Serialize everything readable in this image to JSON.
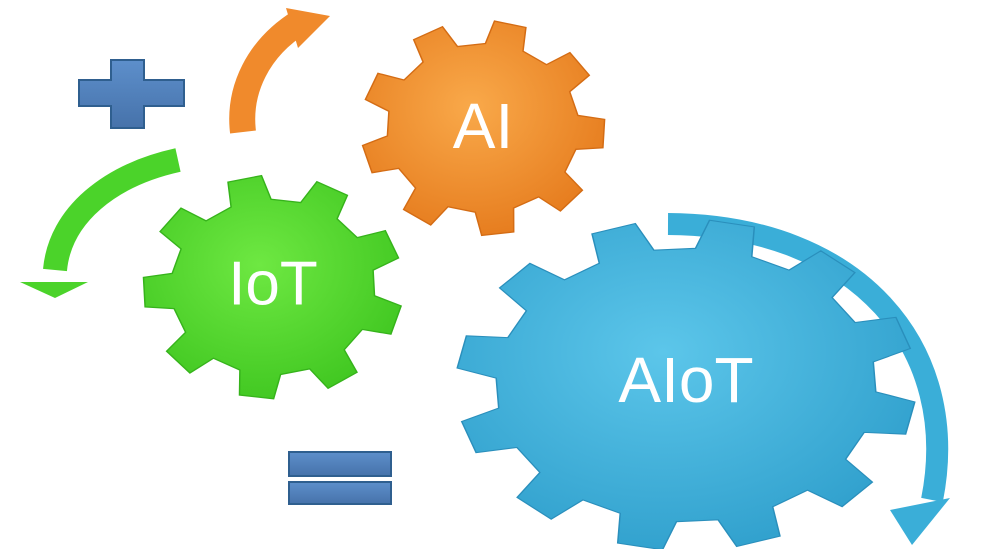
{
  "diagram": {
    "gears": [
      {
        "id": "ai",
        "label": "AI",
        "color": "#f08a2c",
        "color_light": "#f8a544",
        "color_dark": "#d46c14"
      },
      {
        "id": "iot",
        "label": "IoT",
        "color": "#4bd32a",
        "color_light": "#6be53f",
        "color_dark": "#36b31b"
      },
      {
        "id": "aiot",
        "label": "AIoT",
        "color": "#3aaed8",
        "color_light": "#56c1e6",
        "color_dark": "#2a8fbc"
      }
    ],
    "operators": {
      "plus": {
        "symbol": "+",
        "color": "#4f81bd",
        "border": "#2f5f8f"
      },
      "equals": {
        "symbol": "=",
        "color": "#4f81bd",
        "border": "#2f5f8f"
      }
    },
    "arrows": [
      {
        "id": "orange-arrow",
        "color": "#f08a2c"
      },
      {
        "id": "green-arrow",
        "color": "#4bd32a"
      },
      {
        "id": "blue-arrow",
        "color": "#3aaed8"
      }
    ]
  }
}
